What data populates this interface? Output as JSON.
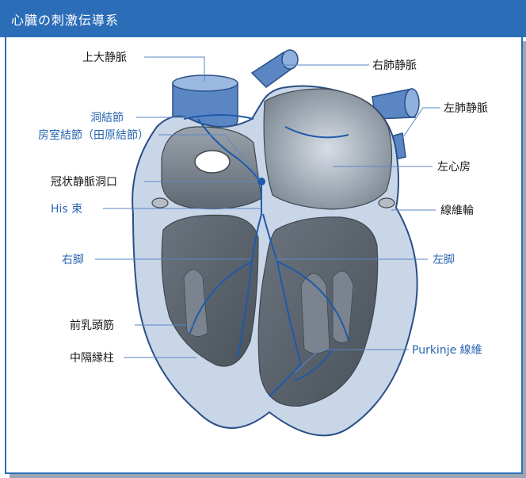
{
  "title": "心臓の刺激伝導系",
  "labels": {
    "superior_vena_cava": "上大静脈",
    "sinoatrial_node": "洞結節",
    "av_node": "房室結節（田原結節）",
    "coronary_sinus_ostium": "冠状静脈洞口",
    "his_bundle": "His 束",
    "right_bundle": "右脚",
    "anterior_papillary_muscle": "前乳頭筋",
    "septomarginal_trabecula": "中隔縁柱",
    "right_pulmonary_veins": "右肺静脈",
    "left_pulmonary_veins": "左肺静脈",
    "left_atrium": "左心房",
    "fibrous_ring": "線維輪",
    "left_bundle": "左脚",
    "purkinje_fibers": "Purkinje 線維"
  },
  "colors": {
    "accent": "#2c6db8",
    "conduction": "#1e5aa8",
    "vessel": "#5a86c4",
    "muscle_dark": "#5d6670",
    "muscle_mid": "#8a939c",
    "wall_light": "#c9d6e8"
  }
}
